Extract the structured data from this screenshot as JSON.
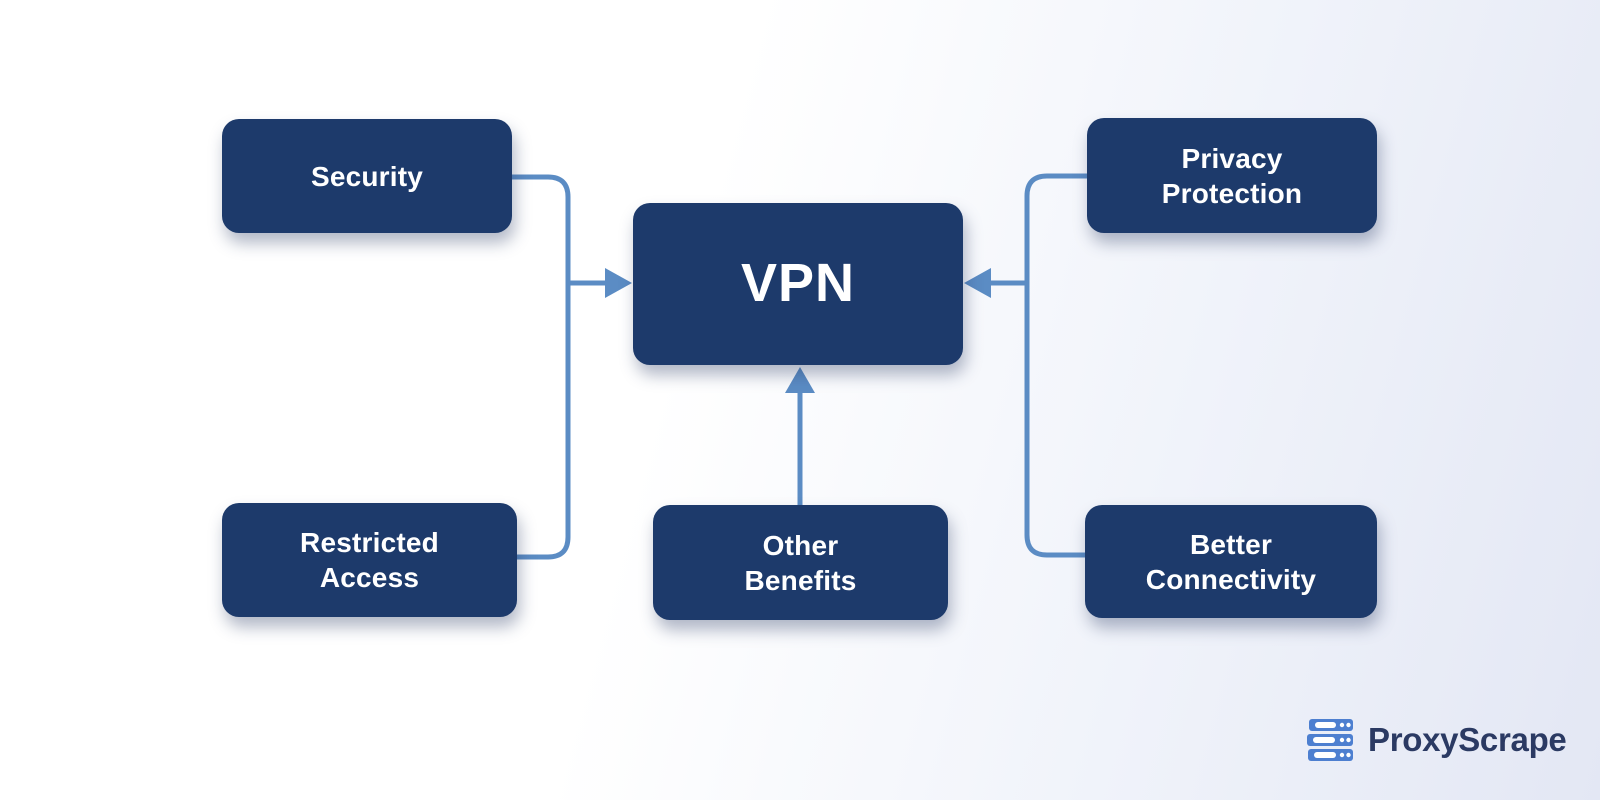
{
  "diagram": {
    "center": {
      "id": "vpn",
      "label": "VPN"
    },
    "nodes": [
      {
        "id": "security",
        "label": "Security"
      },
      {
        "id": "restricted-access",
        "label": "Restricted\nAccess"
      },
      {
        "id": "other-benefits",
        "label": "Other\nBenefits"
      },
      {
        "id": "privacy-protection",
        "label": "Privacy\nProtection"
      },
      {
        "id": "better-connectivity",
        "label": "Better\nConnectivity"
      }
    ],
    "connections": [
      {
        "from": "security",
        "to": "vpn",
        "via": "left-elbow"
      },
      {
        "from": "restricted-access",
        "to": "vpn",
        "via": "left-elbow"
      },
      {
        "from": "privacy-protection",
        "to": "vpn",
        "via": "right-elbow"
      },
      {
        "from": "better-connectivity",
        "to": "vpn",
        "via": "right-elbow"
      },
      {
        "from": "other-benefits",
        "to": "vpn",
        "via": "bottom-straight"
      }
    ],
    "colors": {
      "node_fill": "#1d3a6b",
      "node_text": "#ffffff",
      "connector": "#5b8cc4",
      "bg_start": "#ffffff",
      "bg_mid": "#f0f3fa",
      "bg_end": "#e3e7f4"
    }
  },
  "branding": {
    "logo_text": "ProxyScrape",
    "logo_icon": "server-stack-icon",
    "logo_text_color": "#2b3a63",
    "logo_icon_color": "#4d7fd0"
  }
}
